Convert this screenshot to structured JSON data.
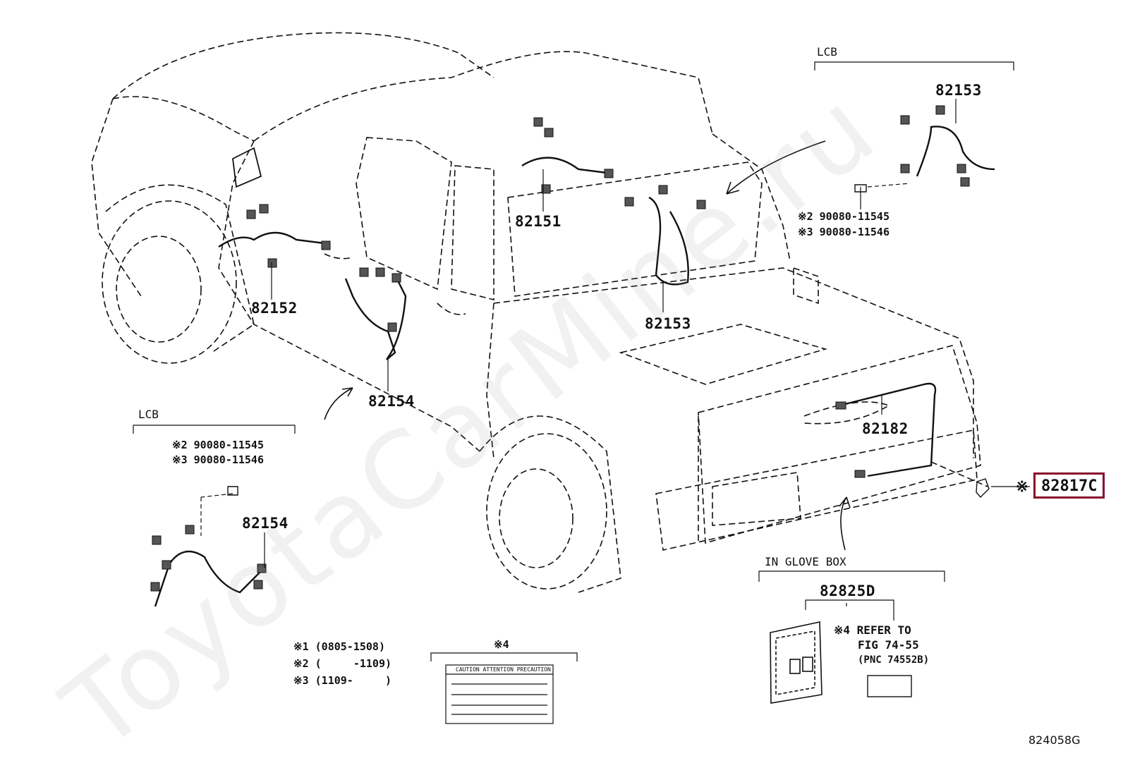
{
  "watermark": "ToyotaCarMine.ru",
  "diagram_code": "824058G",
  "highlight": {
    "part": "82817C",
    "mark": "※",
    "color": "#8a0a2a"
  },
  "groups": {
    "lcb_top": {
      "label": "LCB",
      "part": "82153",
      "bolt_lines": [
        "※2 90080-11545",
        "※3 90080-11546"
      ]
    },
    "lcb_left": {
      "label": "LCB",
      "part": "82154",
      "bolt_lines": [
        "※2 90080-11545",
        "※3 90080-11546"
      ]
    },
    "glove_box": {
      "label": "IN GLOVE BOX",
      "part": "82825D",
      "refer_lines": [
        "※4 REFER TO",
        "FIG 74-55",
        "(PNC 74552B)"
      ]
    },
    "label_box": {
      "label": "※4",
      "caption": "CAUTION ATTENTION PRECAUTION"
    }
  },
  "parts": {
    "p82151": "82151",
    "p82152": "82152",
    "p82153_body": "82153",
    "p82154_body": "82154",
    "p82182": "82182"
  },
  "footnotes": [
    "※1 (0805-1508)",
    "※2 (     -1109)",
    "※3 (1109-     )"
  ],
  "colors": {
    "line": "#111111",
    "connector": "#555555",
    "highlight": "#8a0a2a"
  }
}
